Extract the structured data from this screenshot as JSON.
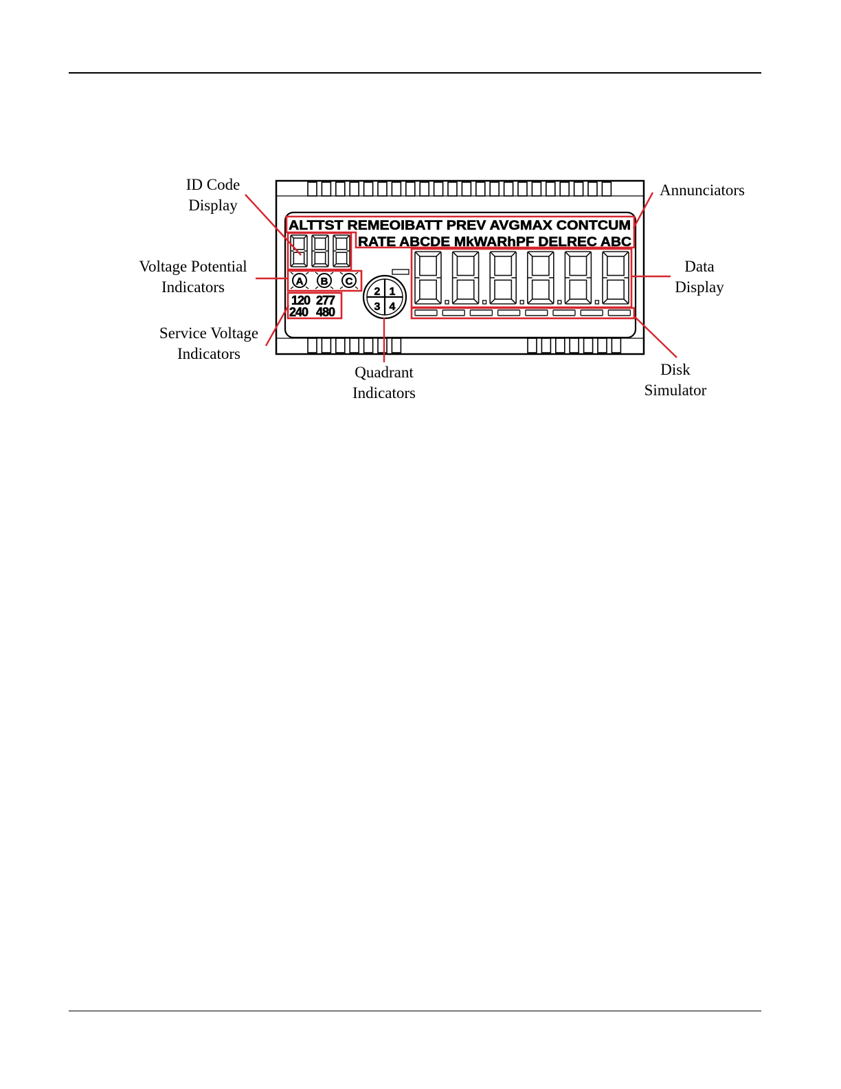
{
  "callouts": {
    "id_code_display": {
      "line1": "ID Code",
      "line2": "Display"
    },
    "voltage_potential": {
      "line1": "Voltage Potential",
      "line2": "Indicators"
    },
    "service_voltage": {
      "line1": "Service Voltage",
      "line2": "Indicators"
    },
    "quadrant": {
      "line1": "Quadrant",
      "line2": "Indicators"
    },
    "annunciators": {
      "line1": "Annunciators"
    },
    "data_display": {
      "line1": "Data",
      "line2": "Display"
    },
    "disk_simulator": {
      "line1": "Disk",
      "line2": "Simulator"
    }
  },
  "lcd": {
    "annunciators_row1": "ALTTST REMEOIBATT PREV AVGMAX CONTCUM",
    "annunciators_row2": "RATE ABCDE MkWARhPF DELREC ABC",
    "phases": [
      "A",
      "B",
      "C"
    ],
    "service_voltages": [
      "120",
      "277",
      "240",
      "480"
    ],
    "quadrants": [
      "2",
      "1",
      "3",
      "4"
    ],
    "id_code_digits": 3,
    "data_digits": 6,
    "disk_segments": 8
  },
  "colors": {
    "highlight": "#d7262e",
    "ink": "#000000"
  }
}
